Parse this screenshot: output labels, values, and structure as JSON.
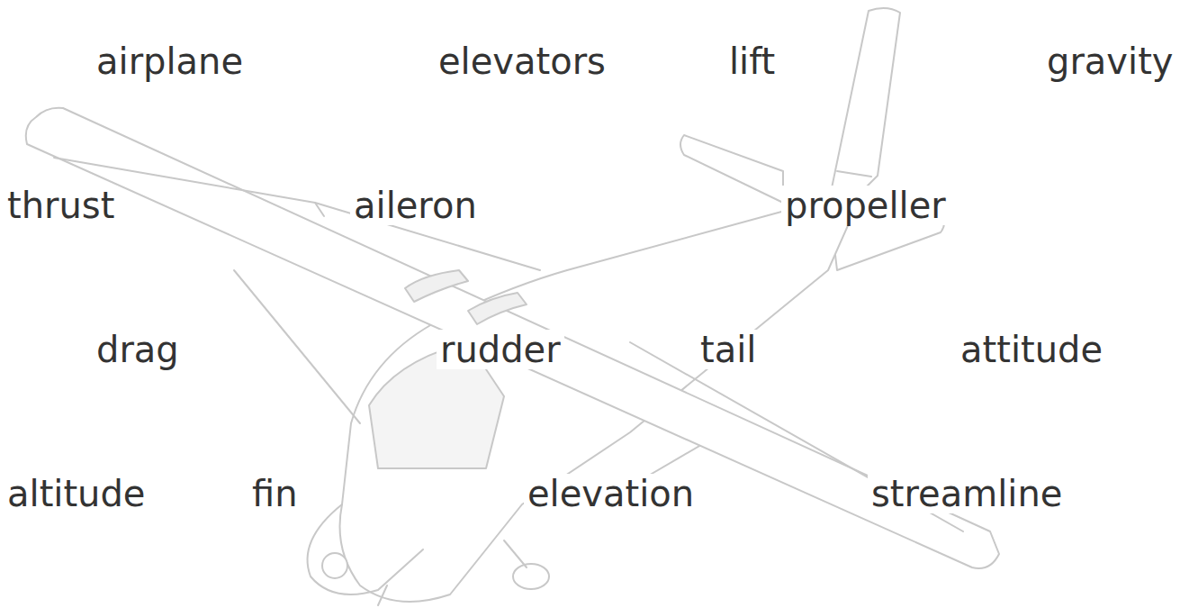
{
  "diagram": {
    "labels": [
      "airplane",
      "elevators",
      "lift",
      "gravity",
      "thrust",
      "aileron",
      "propeller",
      "drag",
      "rudder",
      "tail",
      "attitude",
      "altitude",
      "fin",
      "elevation",
      "streamline"
    ]
  }
}
